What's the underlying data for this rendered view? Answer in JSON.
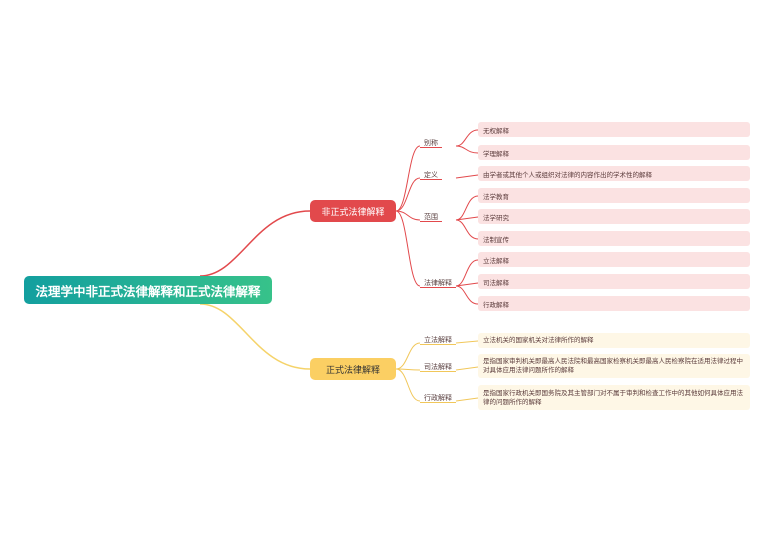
{
  "root": {
    "label": "法理学中非正式法律解释和正式法律解释"
  },
  "branches": [
    {
      "label": "非正式法律解释",
      "color": "#e2494c",
      "children": [
        {
          "label": "别称",
          "leaves": [
            "无权解释",
            "学理解释"
          ]
        },
        {
          "label": "定义",
          "leaves": [
            "由学者或其他个人或组织对法律的内容作出的学术性的解释"
          ]
        },
        {
          "label": "范围",
          "leaves": [
            "法学教育",
            "法学研究",
            "法制宣传"
          ]
        },
        {
          "label": "法律解释",
          "leaves": [
            "立法解释",
            "司法解释",
            "行政解释"
          ]
        }
      ]
    },
    {
      "label": "正式法律解释",
      "color": "#f1c75a",
      "children": [
        {
          "label": "立法解释",
          "leaves": [
            "立法机关的国家机关对法律所作的解释"
          ]
        },
        {
          "label": "司法解释",
          "leaves": [
            "是指国家审判机关即最高人民法院和最高国家检察机关即最高人民检察院在适用法律过程中对具体应用法律问题所作的解释"
          ]
        },
        {
          "label": "行政解释",
          "leaves": [
            "是指国家行政机关即国务院及其主管部门对不属于审判和检查工作中的其他如何具体应用法律的问题所作的解释"
          ]
        }
      ]
    }
  ]
}
